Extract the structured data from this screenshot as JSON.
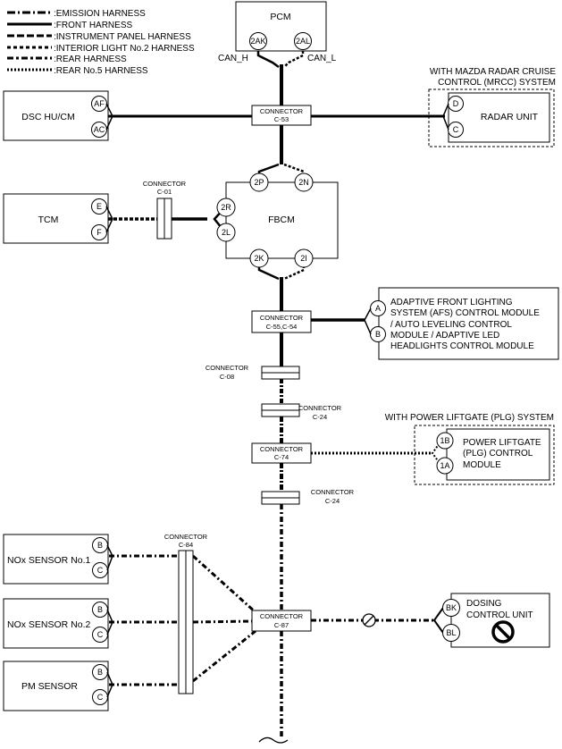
{
  "legend": [
    {
      "label": "EMISSION HARNESS",
      "style": "emission"
    },
    {
      "label": "FRONT HARNESS",
      "style": "front"
    },
    {
      "label": "INSTRUMENT PANEL HARNESS",
      "style": "instrument"
    },
    {
      "label": "INTERIOR LIGHT No.2 HARNESS",
      "style": "interior"
    },
    {
      "label": "REAR HARNESS",
      "style": "rear"
    },
    {
      "label": "REAR No.5 HARNESS",
      "style": "rear5"
    }
  ],
  "legend_prefix": ":",
  "modules": {
    "pcm": {
      "name": "PCM",
      "pins": [
        "2AK",
        "2AL"
      ],
      "signal_labels": [
        "CAN_H",
        "CAN_L"
      ]
    },
    "dsc": {
      "name": "DSC HU/CM",
      "pins": [
        "AF",
        "AC"
      ]
    },
    "radar": {
      "name": "RADAR UNIT",
      "pins": [
        "D",
        "C"
      ],
      "group_label": [
        "WITH MAZDA RADAR CRUISE",
        "CONTROL (MRCC) SYSTEM"
      ]
    },
    "tcm": {
      "name": "TCM",
      "pins": [
        "E",
        "F"
      ]
    },
    "fbcm": {
      "name": "FBCM",
      "pins": [
        "2P",
        "2N",
        "2R",
        "2L",
        "2K",
        "2I"
      ]
    },
    "afs": {
      "name_lines": [
        "ADAPTIVE FRONT LIGHTING",
        "SYSTEM (AFS) CONTROL MODULE",
        "/ AUTO LEVELING CONTROL",
        "MODULE / ADAPTIVE LED",
        "HEADLIGHTS CONTROL MODULE"
      ],
      "pins": [
        "A",
        "B"
      ]
    },
    "plg": {
      "name_lines": [
        "POWER LIFTGATE",
        "(PLG) CONTROL",
        "MODULE"
      ],
      "pins": [
        "1B",
        "1A"
      ],
      "group_label": "WITH POWER LIFTGATE (PLG) SYSTEM"
    },
    "nox1": {
      "name": "NOx SENSOR No.1",
      "pins": [
        "B",
        "C"
      ]
    },
    "nox2": {
      "name": "NOx SENSOR No.2",
      "pins": [
        "B",
        "C"
      ]
    },
    "pm": {
      "name": "PM SENSOR",
      "pins": [
        "B",
        "C"
      ]
    },
    "dosing": {
      "name_lines": [
        "DOSING",
        "CONTROL UNIT"
      ],
      "pins": [
        "BK",
        "BL"
      ]
    }
  },
  "connectors": {
    "c53": {
      "title": "CONNECTOR",
      "id": "C-53"
    },
    "c01": {
      "title": "CONNECTOR",
      "id": "C-01"
    },
    "c55": {
      "title": "CONNECTOR",
      "id": "C-55,C-54"
    },
    "c08": {
      "title": "CONNECTOR",
      "id": "C-08"
    },
    "c24a": {
      "title": "CONNECTOR",
      "id": "C-24"
    },
    "c74": {
      "title": "CONNECTOR",
      "id": "C-74"
    },
    "c24b": {
      "title": "CONNECTOR",
      "id": "C-24"
    },
    "c84": {
      "title": "CONNECTOR",
      "id": "C-84"
    },
    "c87": {
      "title": "CONNECTOR",
      "id": "C-87"
    }
  }
}
